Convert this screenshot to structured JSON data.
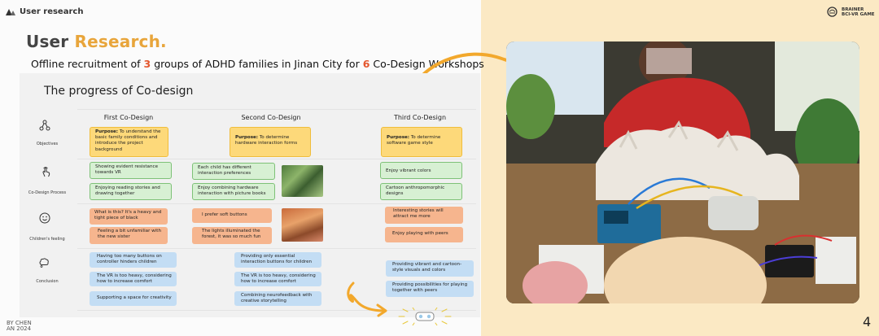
{
  "brand": {
    "label": "User research"
  },
  "right_logo": {
    "line1": "BRAINER",
    "line2": "BCI-VR GAME"
  },
  "header": {
    "title_main": "User ",
    "title_accent": "Research",
    "title_dot": ".",
    "subtitle_a": "Offline recruitment of ",
    "subtitle_n1": "3",
    "subtitle_b": " groups of ADHD families in Jinan City for ",
    "subtitle_n2": "6",
    "subtitle_c": " Co-Design Workshops"
  },
  "progress": {
    "title": "The progress of Co-design",
    "columns": [
      "First Co-Design",
      "Second Co-Design",
      "Third Co-Design"
    ],
    "rows": [
      "Objectives",
      "Co-Design Process",
      "Children's feeling",
      "Conclusion"
    ],
    "objectives": [
      {
        "label": "Purpose:",
        "text": " To understand the basic family conditions and introduce the project background"
      },
      {
        "label": "Purpose:",
        "text": " To determine hardware interaction forms"
      },
      {
        "label": "Purpose:",
        "text": " To determine software game style"
      }
    ],
    "process": {
      "first": [
        "Showing evident resistance towards VR",
        "Enjoying reading stories and drawing together"
      ],
      "second": [
        "Each child has different interaction preferences",
        "Enjoy combining hardware interaction with picture books"
      ],
      "third": [
        "Enjoy vibrant colors",
        "Cartoon anthropomorphic designs"
      ]
    },
    "feeling": {
      "first": [
        "What is this? It's a heavy and tight piece of black",
        "Feeling a bit unfamiliar with the new sister"
      ],
      "second": [
        "I prefer soft buttons",
        "The lights illuminated the forest, it was so much fun"
      ],
      "third": [
        "Interesting stories will attract me more",
        "Enjoy playing with peers"
      ]
    },
    "conclusion": {
      "first": [
        "Having too many buttons on controller hinders children",
        "The VR is too heavy, considering how to increase comfort",
        "Supporting a space for creativity"
      ],
      "second": [
        "Providing only essential interaction buttons for children",
        "The VR is too heavy, considering how to increase comfort",
        "Combining neurofeedback with creative storytelling"
      ],
      "third": [
        "Providing vibrant and cartoon-style visuals and colors",
        "Providing possibilities for playing together with peers"
      ]
    }
  },
  "footer": {
    "byline_1": "BY CHEN",
    "byline_2": "AN 2024",
    "page_number": "4"
  },
  "colors": {
    "accent": "#e8a53b",
    "highlight": "#e4572e",
    "right_panel": "#fbe9c4"
  }
}
